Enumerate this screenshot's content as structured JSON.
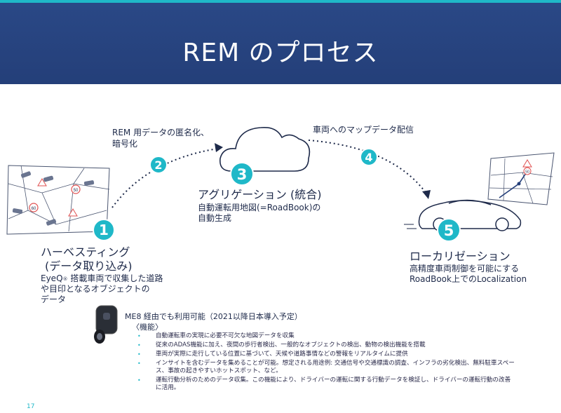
{
  "title": "REM のプロセス",
  "steps": [
    {
      "num": "1",
      "title_lines": [
        "ハーベスティング",
        "(データ取り込み)"
      ],
      "desc_lines": [
        "EyeQ",
        "搭載車両で収集した道路",
        "や目印となるオブジェクトの",
        "データ"
      ],
      "sup": "®"
    },
    {
      "num": "2",
      "label_lines": [
        "REM 用データの匿名化、",
        "暗号化"
      ]
    },
    {
      "num": "3",
      "title": "アグリゲーション (統合)",
      "desc_lines": [
        "自動運転用地図(=RoadBook)の",
        "自動生成"
      ]
    },
    {
      "num": "4",
      "label": "車両へのマップデータ配信"
    },
    {
      "num": "5",
      "title": "ローカリゼーション",
      "desc_lines": [
        "高精度車両制御を可能にする",
        "RoadBook上でのLocalization"
      ]
    }
  ],
  "map_signs": {
    "speed1": "50",
    "speed2": "60",
    "speed3": "50"
  },
  "me8": {
    "title": "ME8 経由でも利用可能（2021以降日本導入予定）",
    "subtitle": "〈機能〉",
    "bullet": "•",
    "features": [
      "自動運転車の実現に必要不可欠な地図データを収集",
      "従来のADAS機能に加え、夜間の歩行者検出、一般的なオブジェクトの検出、動物の検出機能を搭載",
      "車両が実際に走行している位置に基づいて、天候や道路事情などの警報をリアルタイムに提供",
      "インサイトを含むデータを集めることが可能。想定される用途例: 交通信号や交通標識の調査、インフラの劣化検出、無料駐車スペース、事故の起きやすいホットスポット、など。",
      "運転行動分析のためのデータ収集。この機能により、ドライバーの運転に関する行動データを検証し、ドライバーの運転行動の改善に活用。"
    ]
  },
  "page_number": "17",
  "colors": {
    "accent": "#1fb8c8",
    "navy": "#243f79",
    "text": "#1e2a4a"
  }
}
